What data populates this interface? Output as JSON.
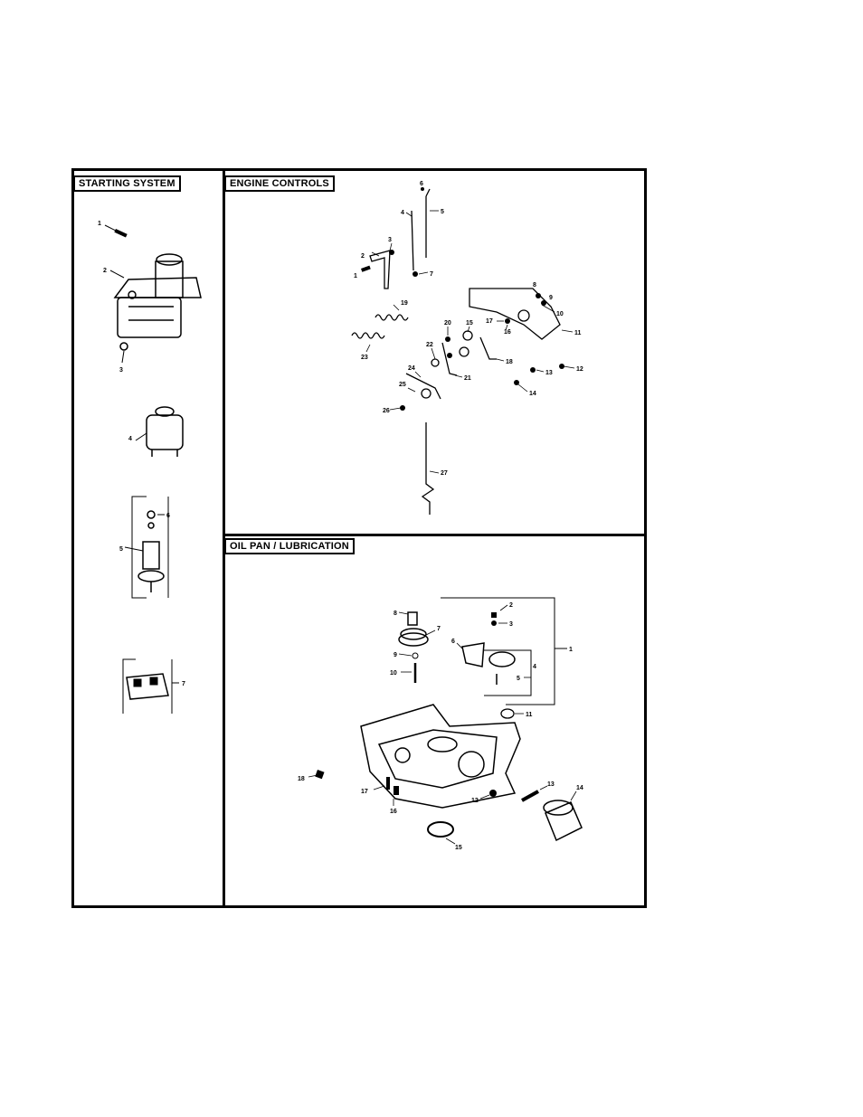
{
  "sections": {
    "starting_system": {
      "title": "STARTING SYSTEM",
      "callouts": [
        "1",
        "2",
        "3",
        "4",
        "5",
        "6",
        "7"
      ]
    },
    "engine_controls": {
      "title": "ENGINE CONTROLS",
      "callouts": [
        "1",
        "2",
        "3",
        "4",
        "5",
        "6",
        "7",
        "8",
        "9",
        "10",
        "11",
        "12",
        "13",
        "14",
        "15",
        "16",
        "17",
        "18",
        "19",
        "20",
        "21",
        "22",
        "23",
        "24",
        "25",
        "26",
        "27"
      ]
    },
    "oil_pan_lubrication": {
      "title": "OIL PAN / LUBRICATION",
      "callouts": [
        "1",
        "2",
        "3",
        "4",
        "5",
        "6",
        "7",
        "8",
        "9",
        "10",
        "11",
        "12",
        "13",
        "14",
        "15",
        "16",
        "17",
        "18"
      ]
    }
  }
}
